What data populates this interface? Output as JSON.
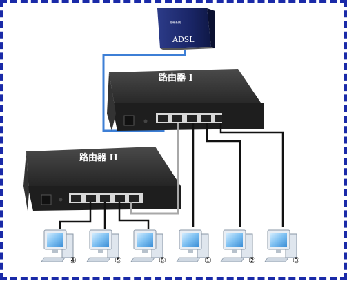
{
  "modem": {
    "label": "ADSL",
    "small_text": "宽带系统"
  },
  "router1": {
    "label": "路由器 I"
  },
  "router2": {
    "label": "路由器 II"
  },
  "computers": [
    {
      "id": "4",
      "label": "④"
    },
    {
      "id": "5",
      "label": "⑤"
    },
    {
      "id": "6",
      "label": "⑥"
    },
    {
      "id": "1",
      "label": "①"
    },
    {
      "id": "2",
      "label": "②"
    },
    {
      "id": "3",
      "label": "③"
    }
  ],
  "colors": {
    "border": "#1a2aa8",
    "router_body": "#2b2b2b",
    "modem_body": "#1c2b6e",
    "cable_dark": "#111111",
    "cable_gray": "#a8a8a8",
    "cable_blue": "#3d7fd6",
    "monitor": "#7fc1f2"
  }
}
